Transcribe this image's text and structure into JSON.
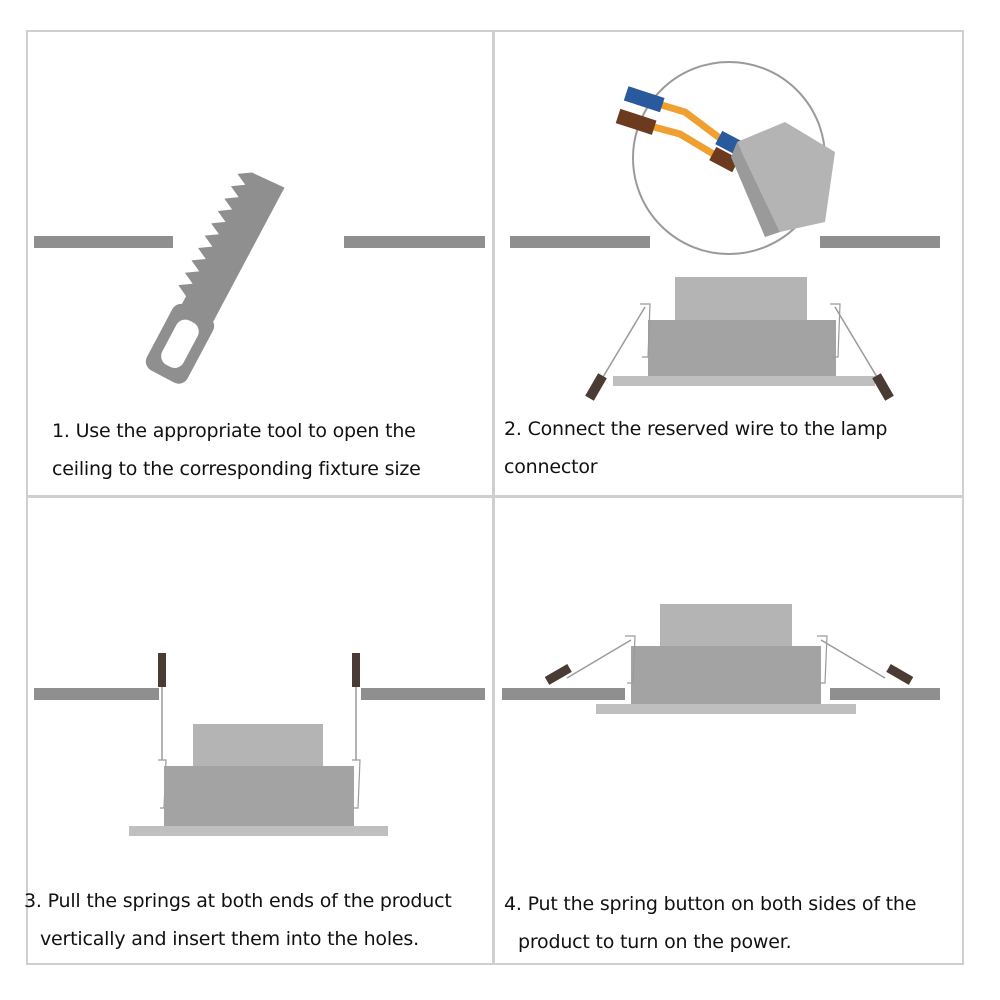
{
  "colors": {
    "frame": "#cfcfcf",
    "ceiling": "#8f8f8f",
    "lamp_top": "#b4b4b4",
    "lamp_body": "#a3a3a3",
    "lamp_rim": "#bfbfbf",
    "spring_grip": "#4a3b34",
    "wire_blue": "#2a5a9e",
    "wire_brown": "#6b3a1f",
    "wire_orange": "#f0a030"
  },
  "steps": [
    {
      "caption_line1": "1. Use the appropriate tool to open the",
      "caption_line2": "ceiling to the corresponding fixture size",
      "icon": "saw-icon"
    },
    {
      "caption_line1": "2. Connect the reserved wire to the lamp",
      "caption_line2": "connector",
      "icon": "wire-connector-icon"
    },
    {
      "caption_line1": "3. Pull the springs at both ends of the product",
      "caption_line2": "vertically and insert them into the holes.",
      "icon": "spring-pull-icon"
    },
    {
      "caption_line1": "4. Put the spring button on both sides of the",
      "caption_line2": "product to turn on the power.",
      "icon": "spring-release-icon"
    }
  ]
}
